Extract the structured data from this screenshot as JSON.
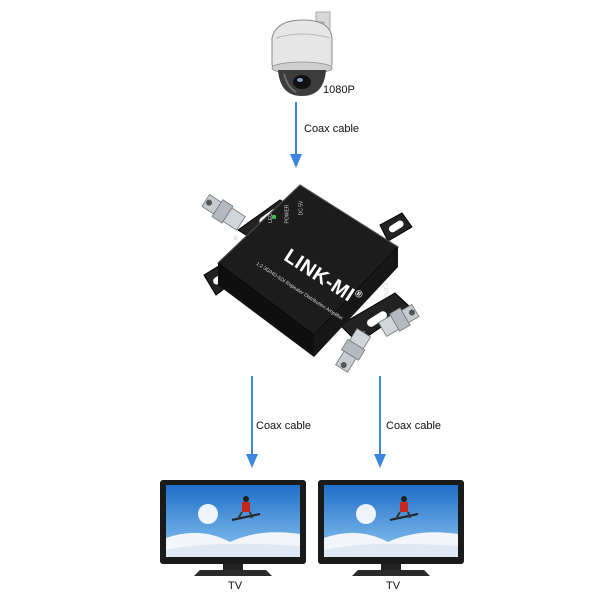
{
  "camera": {
    "label": "1080P"
  },
  "cables": {
    "top": "Coax cable",
    "left": "Coax cable",
    "right": "Coax cable"
  },
  "device": {
    "brand": "LINK-MI",
    "registered_mark": "®",
    "model_text": "1:2 3G/HD-SDI Repeater Distribution Amplifier",
    "port_in": "IN",
    "port_out1": "OUT-1",
    "port_out2": "OUT-2",
    "led_labels": [
      "LED",
      "POWER",
      "DC 5V"
    ]
  },
  "tvs": [
    {
      "label": "TV"
    },
    {
      "label": "TV"
    }
  ],
  "colors": {
    "arrow": "#3a86e0",
    "device_body": "#1c1c1c",
    "connector": "#b9bec4",
    "tv_frame": "#1a1a1a",
    "sky": "#2c7fd4"
  }
}
